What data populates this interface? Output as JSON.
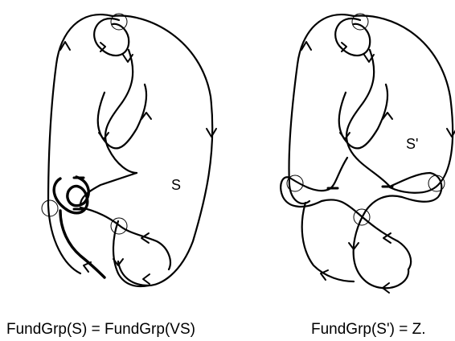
{
  "diagrams": [
    {
      "label": "S",
      "caption": "FundGrp(S) = FundGrp(VS)"
    },
    {
      "label": "S'",
      "caption": "FundGrp(S') = Z."
    }
  ]
}
